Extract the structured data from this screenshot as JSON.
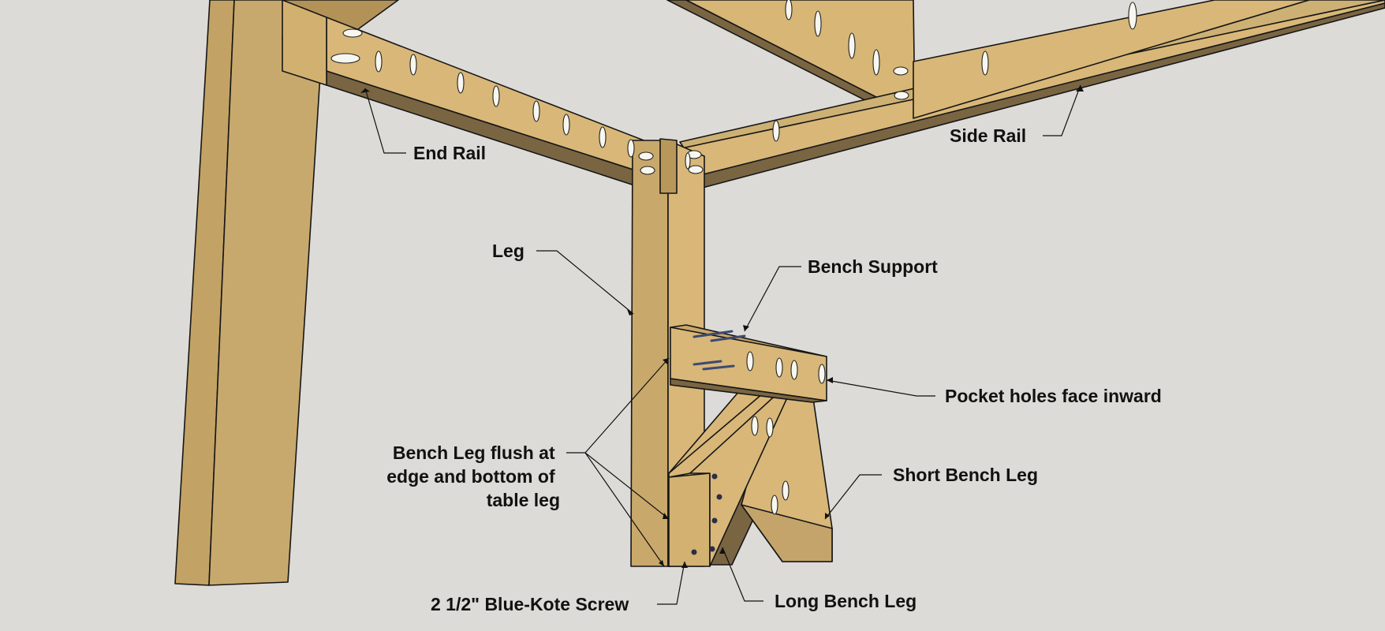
{
  "colors": {
    "background": "#dcdbd7",
    "wood_face": "#d8b778",
    "wood_side": "#c4a46a",
    "wood_shadow": "#7a6543",
    "screw": "#4a5a8a",
    "line": "#111111"
  },
  "labels": {
    "end_rail": "End Rail",
    "side_rail": "Side Rail",
    "leg": "Leg",
    "bench_support": "Bench Support",
    "pocket_holes": "Pocket holes face inward",
    "bench_leg_flush": [
      "Bench Leg flush at",
      "edge and bottom of",
      "table leg"
    ],
    "short_bench_leg": "Short Bench Leg",
    "screw": "2 1/2\" Blue-Kote Screw",
    "long_bench_leg": "Long Bench Leg"
  }
}
